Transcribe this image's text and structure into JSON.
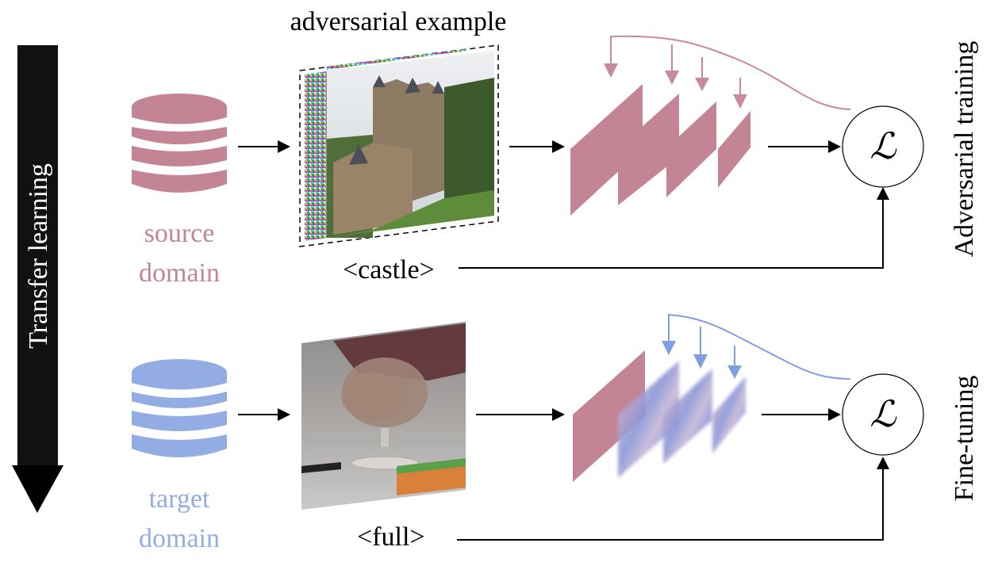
{
  "title": "adversarial example",
  "colors": {
    "source": "#c38595",
    "target": "#93ace3",
    "source_line": "#c88a9a",
    "target_line": "#7e9fe0",
    "arrow": "#000000",
    "transfer_bar": "#111111"
  },
  "transfer_arrow": {
    "label": "Transfer learning"
  },
  "rows": [
    {
      "id": "source",
      "domain_label_line1": "source",
      "domain_label_line2": "domain",
      "image_desc": "castle photo with adversarial noise strip",
      "class_label": "<castle>",
      "loss_symbol": "ℒ",
      "stage_label": "Adversarial training",
      "feature_layers": 4,
      "trained_layers": 4
    },
    {
      "id": "target",
      "domain_label_line1": "target",
      "domain_label_line2": "domain",
      "image_desc": "hand holding a glass",
      "class_label": "<full>",
      "loss_symbol": "ℒ",
      "stage_label": "Fine-tuning",
      "feature_layers": 4,
      "trained_layers": 3
    }
  ]
}
